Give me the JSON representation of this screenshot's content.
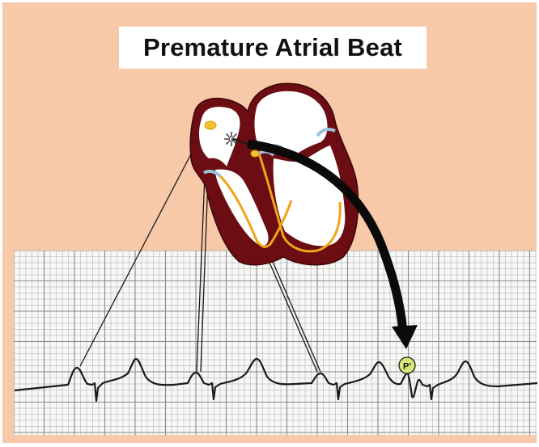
{
  "diagram": {
    "title": "Premature Atrial Beat",
    "p_prime_label": "P'",
    "colors": {
      "background": "#f8c9a8",
      "heart_wall": "#6b0d12",
      "conduction": "#f0a418",
      "valves": "#9fbfd8",
      "ecg_trace": "#1a1a1a",
      "grid": "#8a8a8a",
      "p_prime_marker": "#d6e97a"
    },
    "icons": [
      "heart-cross-section",
      "sa-node",
      "ectopic-focus-starburst",
      "arrow"
    ]
  }
}
